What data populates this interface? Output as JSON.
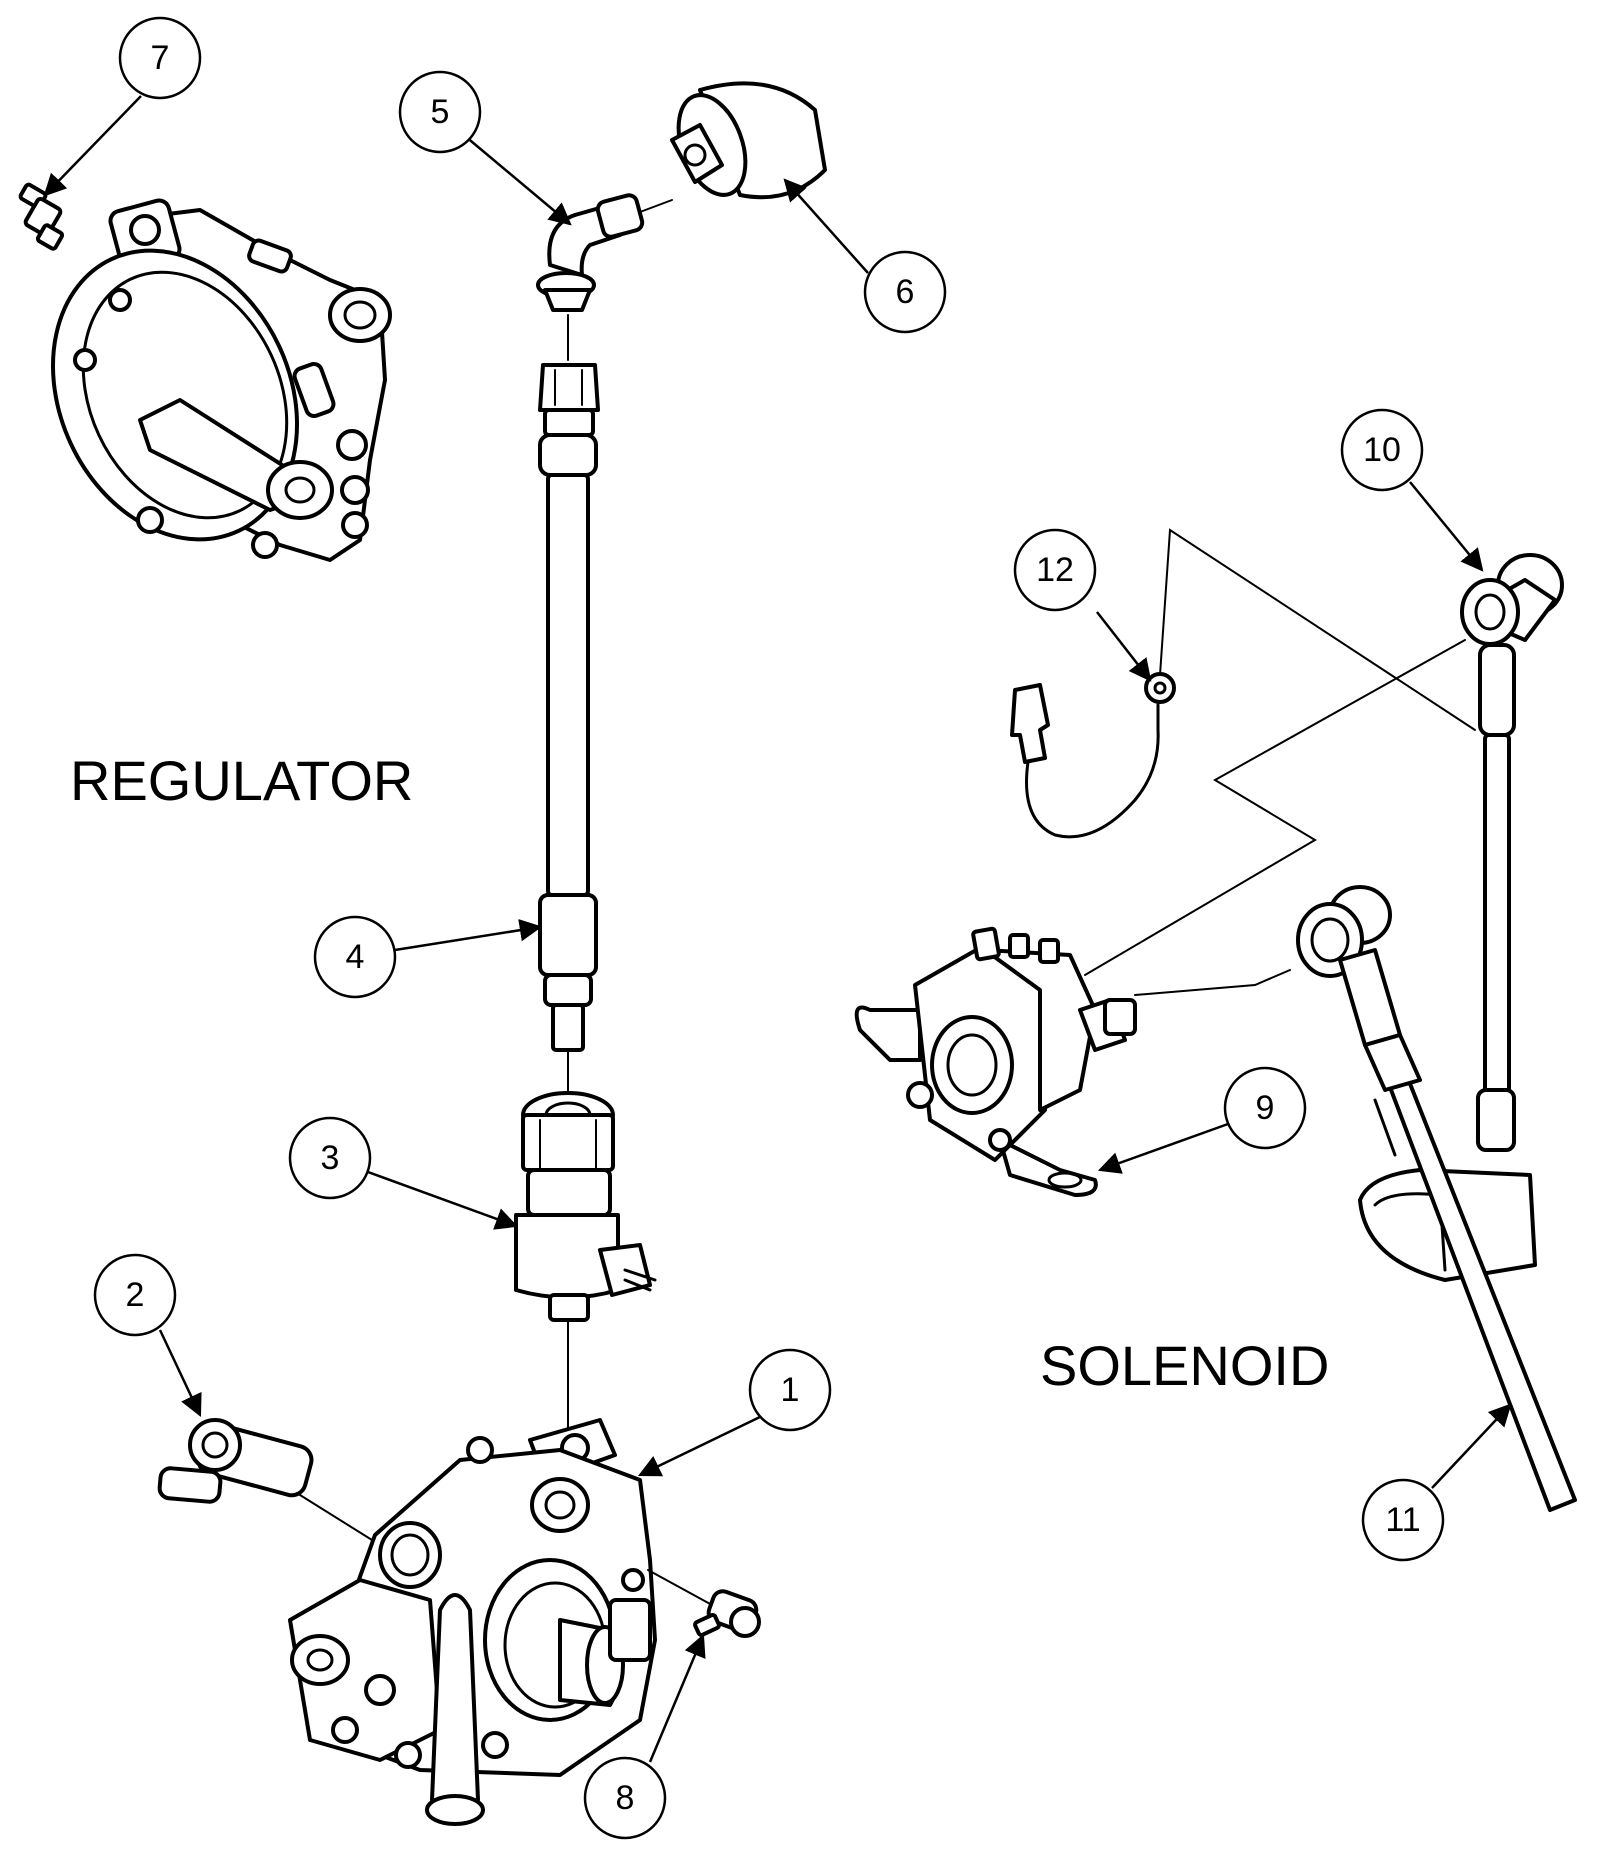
{
  "labels": {
    "regulator": "REGULATOR",
    "solenoid": "SOLENOID"
  },
  "callouts": [
    {
      "id": "1",
      "text": "1"
    },
    {
      "id": "2",
      "text": "2"
    },
    {
      "id": "3",
      "text": "3"
    },
    {
      "id": "4",
      "text": "4"
    },
    {
      "id": "5",
      "text": "5"
    },
    {
      "id": "6",
      "text": "6"
    },
    {
      "id": "7",
      "text": "7"
    },
    {
      "id": "8",
      "text": "8"
    },
    {
      "id": "9",
      "text": "9"
    },
    {
      "id": "10",
      "text": "10"
    },
    {
      "id": "11",
      "text": "11"
    },
    {
      "id": "12",
      "text": "12"
    }
  ],
  "colors": {
    "line": "#000000",
    "background": "#ffffff"
  }
}
